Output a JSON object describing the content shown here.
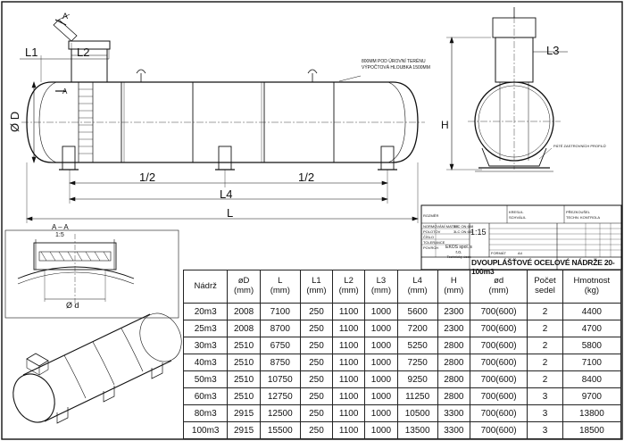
{
  "dimensions": {
    "L1": "L1",
    "L2": "L2",
    "L3": "L3",
    "L4": "L4",
    "L": "L",
    "H": "H",
    "D": "Ø D",
    "half_left": "1/2",
    "half_right": "1/2",
    "section_A_top": "A",
    "section_A_side": "A",
    "small_d": "Ø d"
  },
  "notes": {
    "ground_cover_line1": "800MM POD ÚROVNÍ TERÉNU",
    "ground_cover_line2": "VÝPOČTOVÁ HLOUBKA 1500MM",
    "support_note": "PÁTÉ ZASTROVNÍCH PROFILŮ",
    "section_title": "A – A",
    "section_scale": "1:5"
  },
  "title_block": {
    "scale": "1:15",
    "drawing_title": "DVOUPLÁŠŤOVÉ OCELOVÉ NÁDRŽE 20-100m3",
    "company_line1": "EKOS spol. s r.o.",
    "company_line2": "Technický úsek",
    "rows_left": [
      "ROZMĚR",
      "NORMOVÁNÍ MATER.",
      "POLOTOV",
      "ČÍSLO",
      "TOLERANCE",
      "POVRCH"
    ],
    "rows_right": [
      "KRESLIL",
      "SCHVÁLIL",
      "PŘEZKOUŠEL",
      "TECHN. KONTROLA",
      "FORMÁT"
    ],
    "material_a": "3LC ON 668",
    "material_b": "3LC ON 668",
    "sheet_format": "A4"
  },
  "table": {
    "headers": [
      [
        "Nádrž"
      ],
      [
        "øD",
        "(mm)"
      ],
      [
        "L",
        "(mm)"
      ],
      [
        "L1",
        "(mm)"
      ],
      [
        "L2",
        "(mm)"
      ],
      [
        "L3",
        "(mm)"
      ],
      [
        "L4",
        "(mm)"
      ],
      [
        "H",
        "(mm)"
      ],
      [
        "ød",
        "(mm)"
      ],
      [
        "Počet",
        "sedel"
      ],
      [
        "Hmotnost",
        "(kg)"
      ]
    ],
    "rows": [
      [
        "20m3",
        "2008",
        "7100",
        "250",
        "1100",
        "1000",
        "5600",
        "2300",
        "700(600)",
        "2",
        "4400"
      ],
      [
        "25m3",
        "2008",
        "8700",
        "250",
        "1100",
        "1000",
        "7200",
        "2300",
        "700(600)",
        "2",
        "4700"
      ],
      [
        "30m3",
        "2510",
        "6750",
        "250",
        "1100",
        "1000",
        "5250",
        "2800",
        "700(600)",
        "2",
        "5800"
      ],
      [
        "40m3",
        "2510",
        "8750",
        "250",
        "1100",
        "1000",
        "7250",
        "2800",
        "700(600)",
        "2",
        "7100"
      ],
      [
        "50m3",
        "2510",
        "10750",
        "250",
        "1100",
        "1000",
        "9250",
        "2800",
        "700(600)",
        "2",
        "8400"
      ],
      [
        "60m3",
        "2510",
        "12750",
        "250",
        "1100",
        "1000",
        "11250",
        "2800",
        "700(600)",
        "3",
        "9700"
      ],
      [
        "80m3",
        "2915",
        "12500",
        "250",
        "1100",
        "1000",
        "10500",
        "3300",
        "700(600)",
        "3",
        "13800"
      ],
      [
        "100m3",
        "2915",
        "15500",
        "250",
        "1100",
        "1000",
        "13500",
        "3300",
        "700(600)",
        "3",
        "18500"
      ]
    ]
  }
}
